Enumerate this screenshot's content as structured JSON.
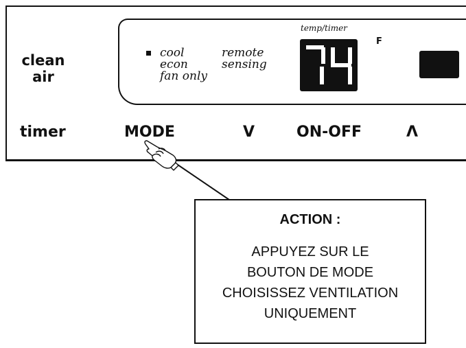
{
  "panel": {
    "clean_air_line1": "clean",
    "clean_air_line2": "air",
    "timer_label": "timer",
    "mode_label": "MODE",
    "down_label": "V",
    "onoff_label": "ON-OFF",
    "up_label": "Λ"
  },
  "display": {
    "modes": [
      "cool",
      "econ",
      "fan only"
    ],
    "remote_line1": "remote",
    "remote_line2": "sensing",
    "temp_timer_label": "temp/timer",
    "temperature": "74",
    "unit": "F"
  },
  "callout": {
    "title": "ACTION :",
    "lines": [
      "APPUYEZ SUR LE",
      "BOUTON DE MODE",
      "CHOISISSEZ VENTILATION",
      "UNIQUEMENT"
    ]
  },
  "icons": {
    "pointer": "pointing-hand-icon",
    "mode_indicator": "square-bullet-icon"
  },
  "colors": {
    "ink": "#111111",
    "background": "#ffffff"
  }
}
